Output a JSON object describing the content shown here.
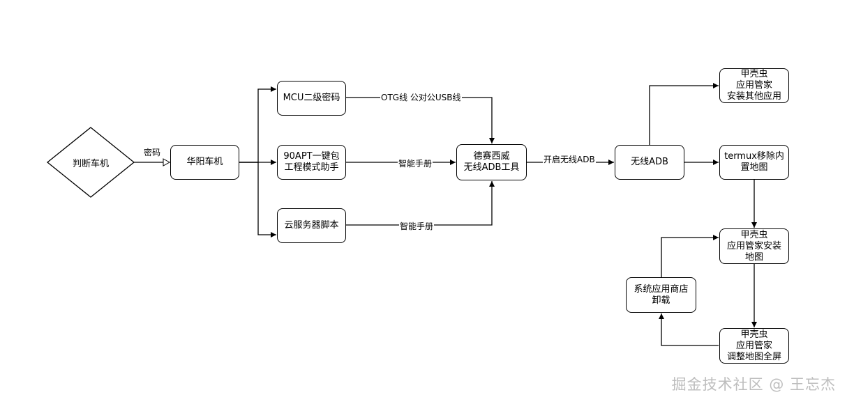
{
  "nodes": {
    "judge": "判断车机",
    "huayang": "华阳车机",
    "mcu": "MCU二级密码",
    "apt": "90APT一键包\n工程模式助手",
    "cloud": "云服务器脚本",
    "desai": "德赛西威\n无线ADB工具",
    "wadb": "无线ADB",
    "shell_other": "甲壳虫\n应用管家\n安装其他应用",
    "termux": "termux移除内\n置地图",
    "shell_map": "甲壳虫\n应用管家安装\n地图",
    "store": "系统应用商店\n卸载",
    "shell_full": "甲壳虫\n应用管家\n调整地图全屏"
  },
  "edges": {
    "password": "密码",
    "otg": "OTG线 公对公USB线",
    "manual1": "智能手册",
    "manual2": "智能手册",
    "open_adb": "开启无线ADB"
  },
  "watermark": "掘金技术社区 @ 王忘杰",
  "colors": {
    "stroke": "#000000",
    "background": "#ffffff",
    "watermark": "#bdbdbd"
  }
}
